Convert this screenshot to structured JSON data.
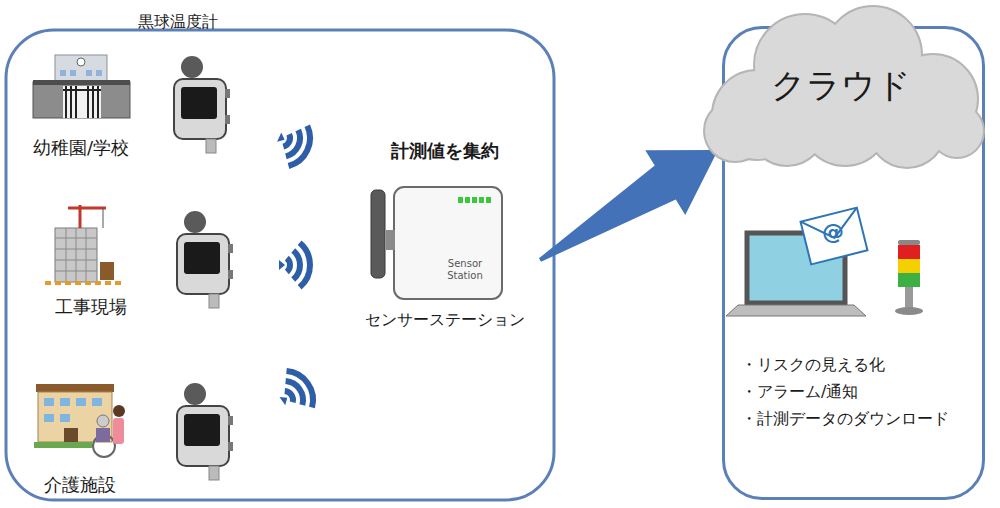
{
  "diagram": {
    "nodes": [
      {
        "text": [
          "計測値を集約",
          "Sensor Station",
          "センサーステーション"
        ]
      },
      {
        "text": [
          "・リスクの見える化",
          "・アラーム/通知",
          "・計測データのダウンロード"
        ]
      },
      {
        "text": [
          "クラウド"
        ],
        "in": 1
      }
    ],
    "edges": [
      {
        "from": 0,
        "to": 1,
        "arrow": "to"
      }
    ],
    "labels": [
      "黒球温度計",
      "幼稚園/学校",
      "工事現場",
      "介護施設",
      "@"
    ]
  }
}
